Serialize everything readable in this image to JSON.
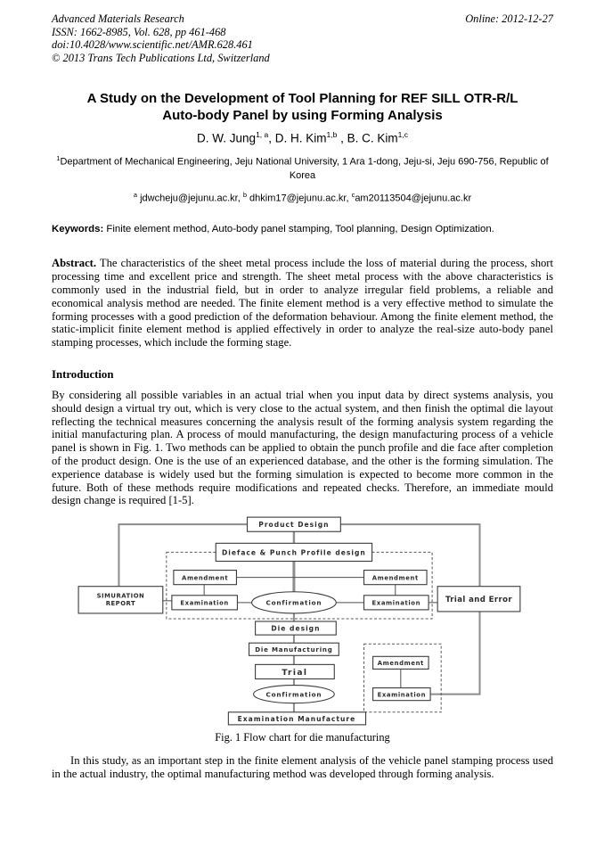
{
  "header": {
    "journal": "Advanced Materials Research",
    "issn_line": "ISSN: 1662-8985, Vol. 628, pp 461-468",
    "doi_line": "doi:10.4028/www.scientific.net/AMR.628.461",
    "copyright_line": "© 2013 Trans Tech Publications Ltd, Switzerland",
    "online_date": "Online: 2012-12-27"
  },
  "title": {
    "line1": "A Study on the Development of Tool Planning for REF SILL OTR-R/L",
    "line2": "Auto-body Panel by using Forming Analysis"
  },
  "authors": {
    "items": [
      {
        "name": "D. W. Jung",
        "sup": "1, a"
      },
      {
        "name": ", D. H. Kim",
        "sup": "1,b"
      },
      {
        "name": " , B. C. Kim",
        "sup": "1,c"
      }
    ]
  },
  "affiliation": {
    "sup": "1",
    "text": "Department of Mechanical Engineering, Jeju National University, 1 Ara 1-dong, Jeju-si, Jeju 690-756, Republic of Korea"
  },
  "emails": {
    "items": [
      {
        "sup": "a",
        "text": " jdwcheju@jejunu.ac.kr, "
      },
      {
        "sup": "b",
        "text": " dhkim17@jejunu.ac.kr, "
      },
      {
        "sup": "c",
        "text": "am20113504@jejunu.ac.kr"
      }
    ]
  },
  "keywords": {
    "label": "Keywords:",
    "text": " Finite element method, Auto-body panel stamping, Tool planning, Design Optimization."
  },
  "abstract": {
    "label": "Abstract.",
    "text": " The characteristics of the sheet metal process include the loss of material during the process, short processing time and excellent price and strength. The sheet metal process with the above characteristics is commonly used in the industrial field, but in order to analyze irregular field problems, a reliable and economical analysis method are needed. The finite element method is a very effective method to simulate the forming processes with a good prediction of the deformation behaviour. Among the finite element method, the static-implicit finite element method is applied effectively in order to analyze the real-size auto-body panel stamping processes, which include the forming stage."
  },
  "introduction": {
    "heading": "Introduction",
    "paragraph": "By considering all possible variables in an actual trial when you input data by direct systems analysis, you should design a virtual try out, which is very close to the actual system, and then finish the optimal die layout reflecting the technical measures concerning the analysis result of the forming analysis system regarding the initial manufacturing plan. A process of mould manufacturing, the design manufacturing process of a vehicle panel is shown in Fig. 1. Two methods can be applied to obtain the punch profile and die face after completion of the product design. One is the use of an experienced database, and the other is the forming simulation. The experience database is widely used but the forming simulation is expected to become more common in the future. Both of these methods require modifications and repeated checks. Therefore, an immediate mould design change is required [1-5]."
  },
  "figure": {
    "caption": "Fig. 1 Flow chart for die manufacturing",
    "nodes": {
      "product_design": "Product Design",
      "dieface": "Dieface & Punch Profile design",
      "amendment_left": "Amendment",
      "amendment_right": "Amendment",
      "examination_left": "Examination",
      "examination_right": "Examination",
      "confirmation_top": "Confirmation",
      "simulation_report_line1": "SIMURATION",
      "simulation_report_line2": "REPORT",
      "trial_and_error": "Trial and Error",
      "die_design": "Die design",
      "die_manufacturing": "Die Manufacturing",
      "trial": "Trial",
      "confirmation_bottom": "Confirmation",
      "examination_manufacture": "Examination Manufacture",
      "amendment_bottom_right": "Amendment",
      "examination_bottom_right": "Examination"
    }
  },
  "closing": {
    "paragraph": "In this study, as an important step in the finite element analysis of the vehicle panel stamping process used in the actual industry, the optimal manufacturing method was developed through forming analysis."
  }
}
